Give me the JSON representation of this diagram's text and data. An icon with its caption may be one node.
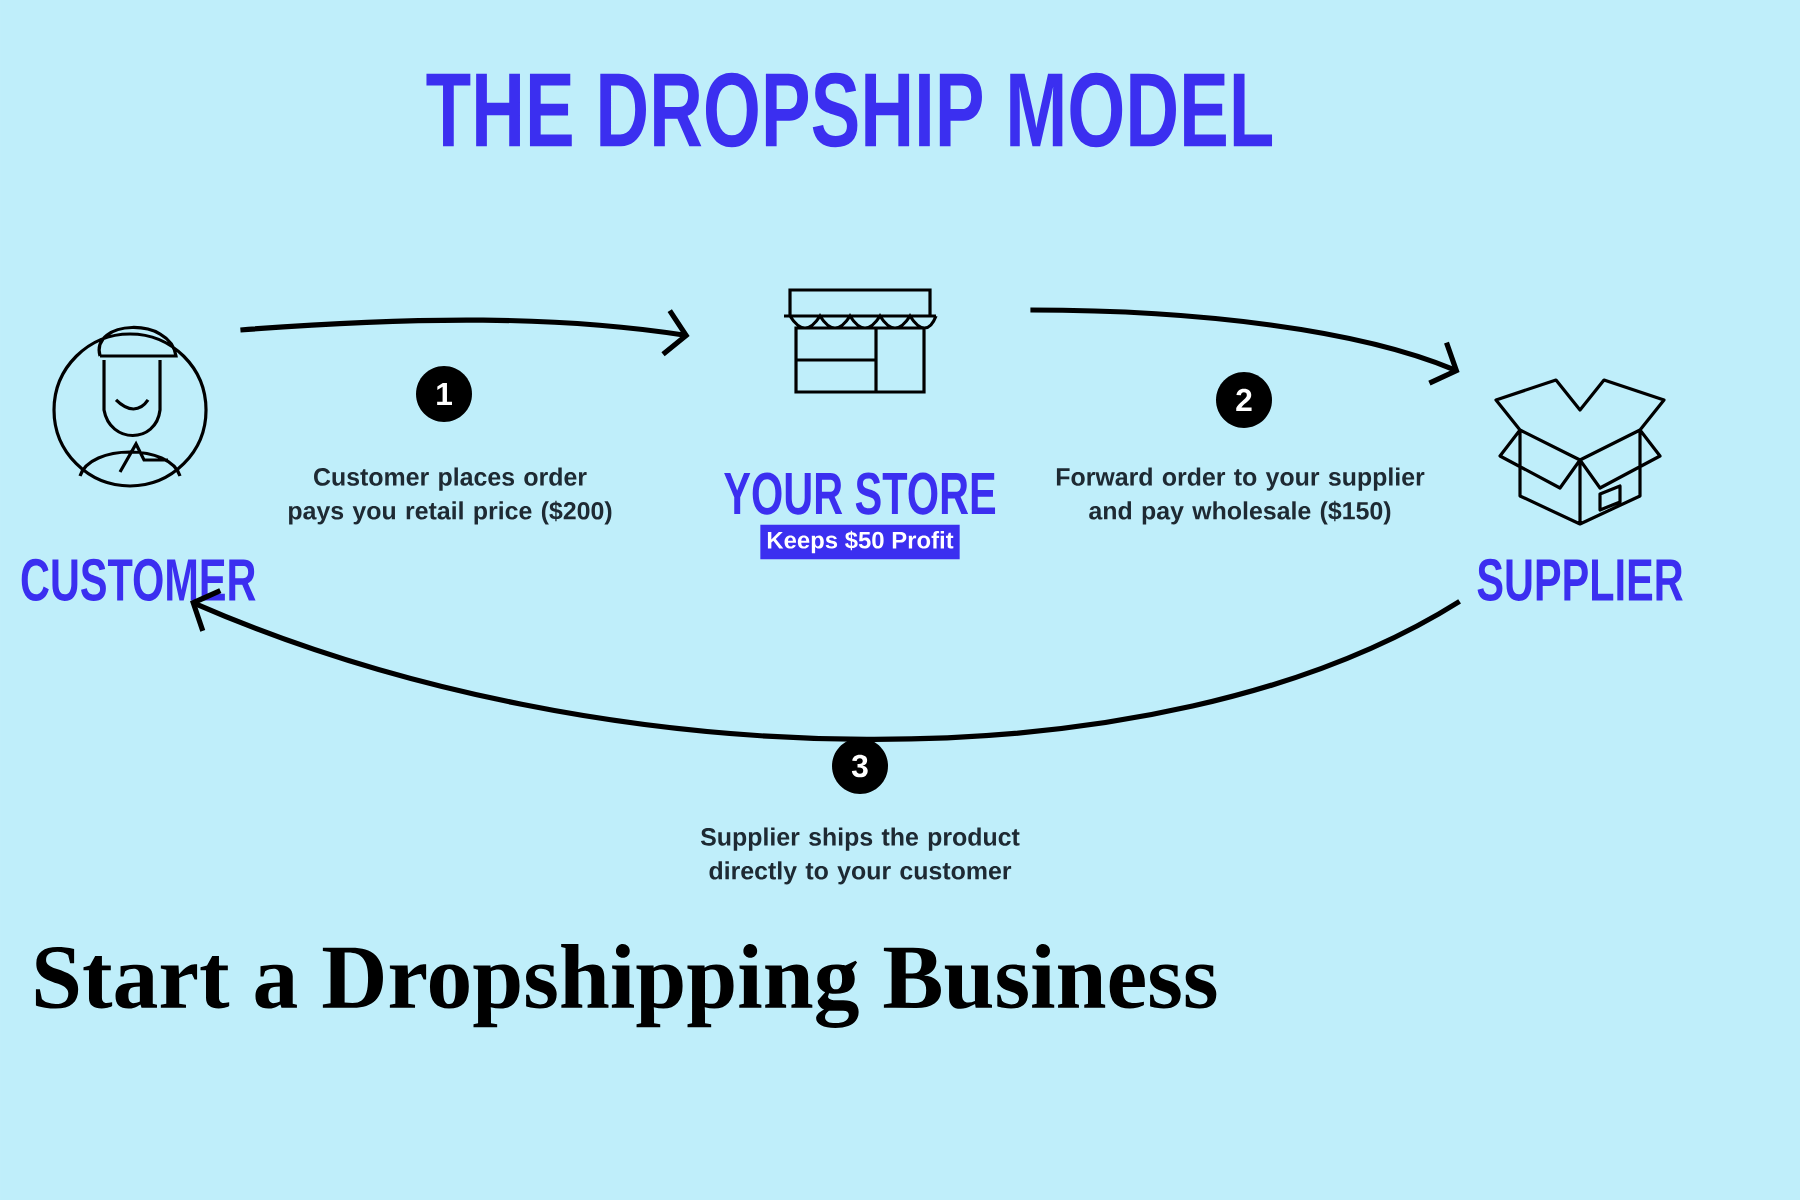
{
  "diagram": {
    "title": "THE DROPSHIP MODEL",
    "caption": "Start a Dropshipping Business",
    "nodes": [
      {
        "text": [
          "CUSTOMER"
        ]
      },
      {
        "text": [
          "YOUR STORE",
          "Keeps $50 Profit"
        ]
      },
      {
        "text": [
          "SUPPLIER"
        ]
      }
    ],
    "edges": [
      {
        "from": 0,
        "to": 1,
        "arrow": "to",
        "label": "1"
      },
      {
        "from": 1,
        "to": 2,
        "arrow": "to",
        "label": "2"
      },
      {
        "from": 2,
        "to": 0,
        "arrow": "to",
        "label": "3"
      }
    ],
    "labels": [
      "Customer places order pays you retail price ($200)",
      "Forward order to your supplier and pay wholesale ($150)",
      "Supplier ships the product directly to your customer"
    ]
  }
}
